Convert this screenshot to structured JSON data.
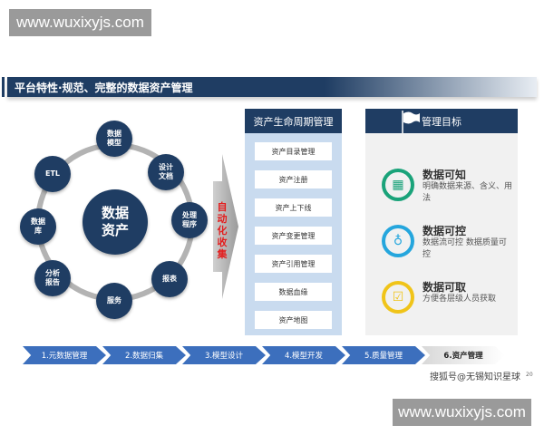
{
  "watermark": "www.wuxixyjs.com",
  "title": "平台特性·规范、完整的数据资产管理",
  "center": "数据资产",
  "nodes": [
    "数据模型",
    "设计文档",
    "处理程序",
    "报表",
    "服务",
    "分析报告",
    "数据库",
    "ETL"
  ],
  "arrow_label": "自动化收集",
  "lifecycle": {
    "header": "资产生命周期管理",
    "items": [
      "资产目录管理",
      "资产注册",
      "资产上下线",
      "资产变更管理",
      "资产引用管理",
      "数据血缘",
      "资产地图"
    ]
  },
  "goals": {
    "header": "管理目标",
    "header_icon": "flag-icon",
    "items": [
      {
        "title": "数据可知",
        "desc": "明确数据来源、含义、用法",
        "icon": "calendar-check-icon",
        "color": "#1aa37a"
      },
      {
        "title": "数据可控",
        "desc": "数据流可控 数据质量可控",
        "icon": "lightbulb-icon",
        "color": "#25a6dd"
      },
      {
        "title": "数据可取",
        "desc": "方便各层级人员获取",
        "icon": "checkbox-icon",
        "color": "#f0c419"
      }
    ]
  },
  "steps": [
    "1.元数据管理",
    "2.数据归集",
    "3.模型设计",
    "4.模型开发",
    "5.质量管理",
    "6.资产管理"
  ],
  "overlay_text": "搜狐号@无锡知识星球",
  "page_number": "20"
}
